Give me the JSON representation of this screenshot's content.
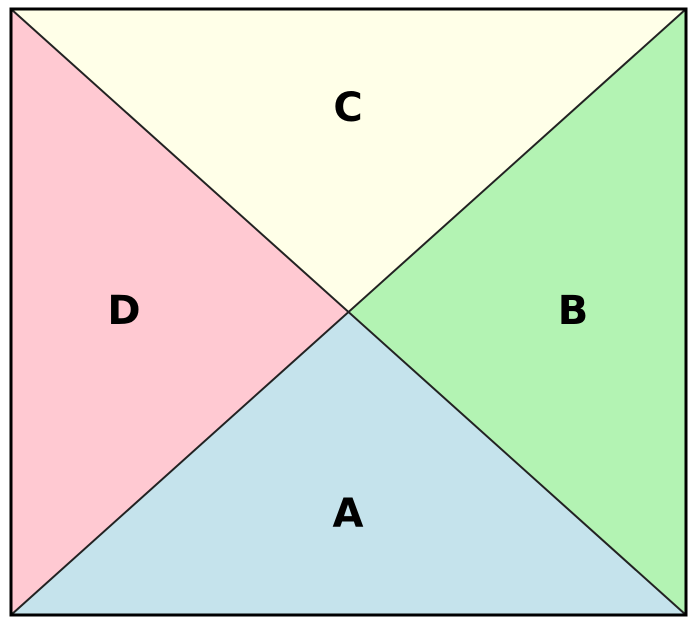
{
  "regions": [
    {
      "label": "C",
      "fill": "#ffffe8"
    },
    {
      "label": "B",
      "fill": "#b3f3b3"
    },
    {
      "label": "A",
      "fill": "#c5e3ec"
    },
    {
      "label": "D",
      "fill": "#ffc9d2"
    }
  ],
  "border_color": "#000000",
  "diagonal_color": "#222222"
}
